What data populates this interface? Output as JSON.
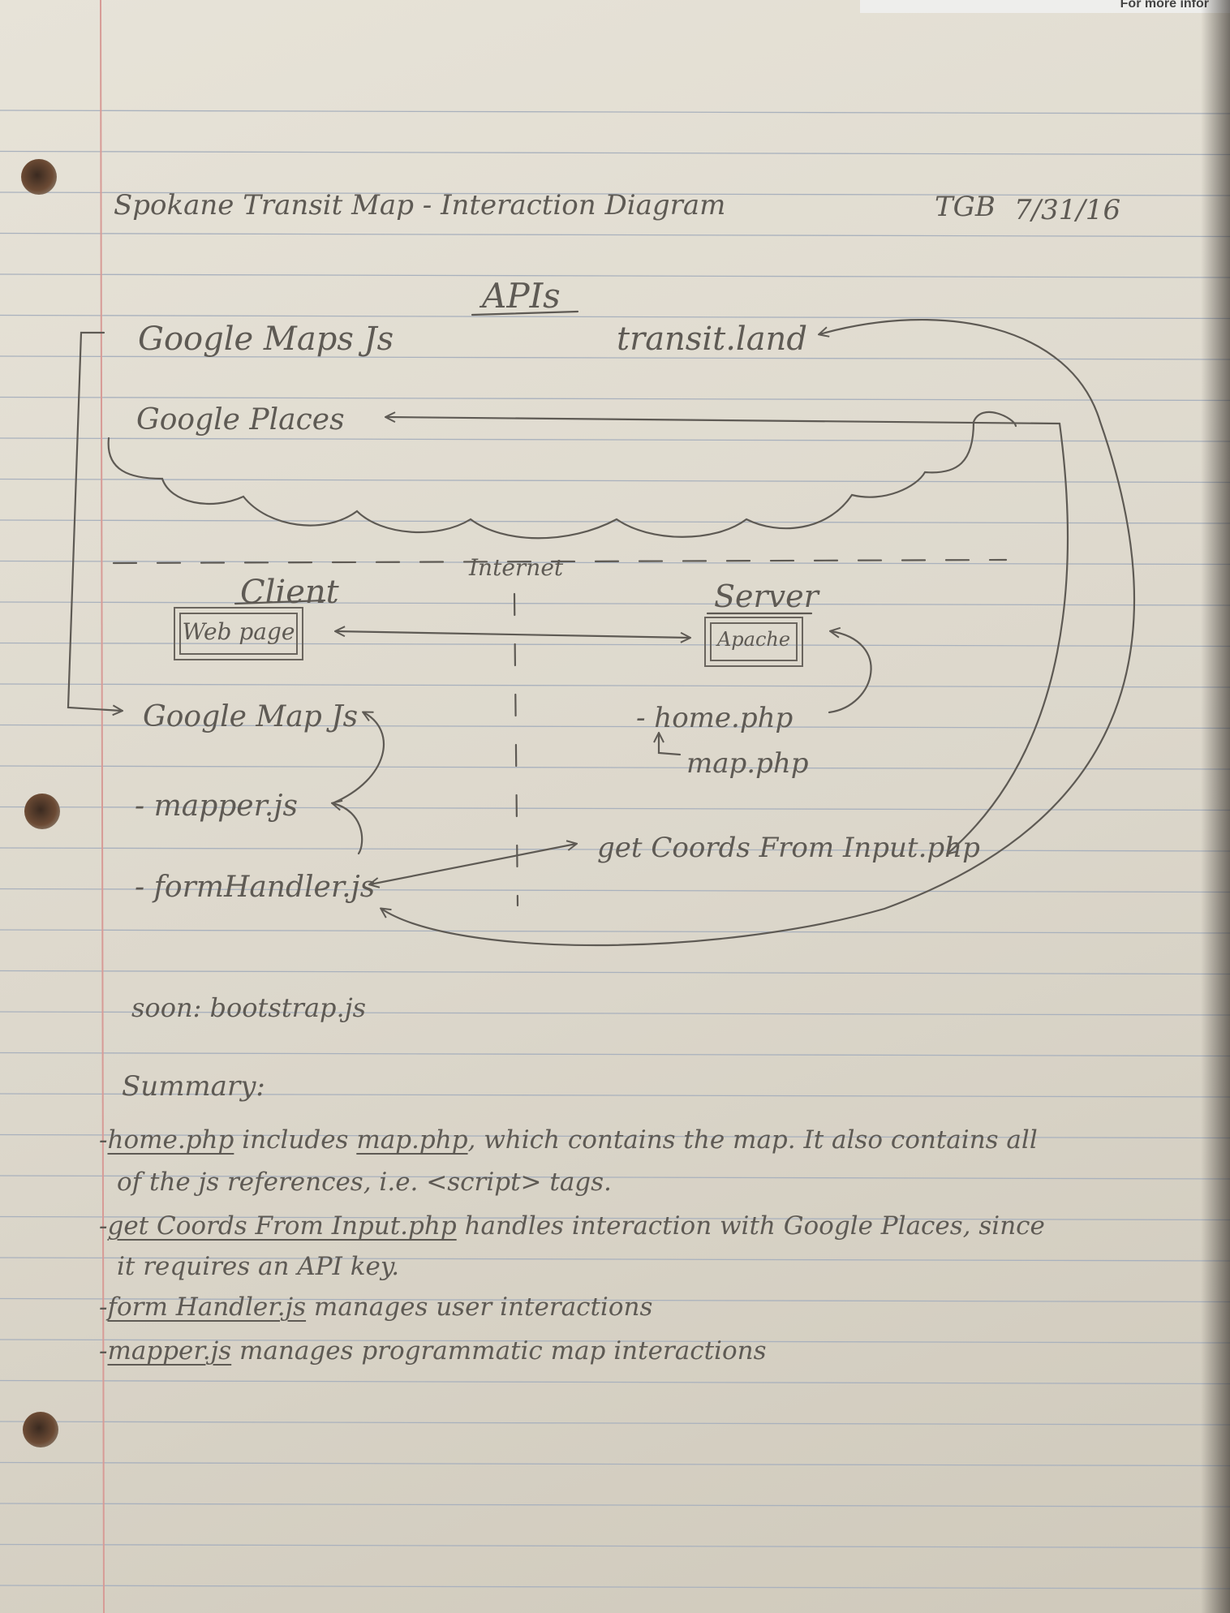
{
  "header": {
    "title": "Spokane Transit Map - Interaction Diagram",
    "initials": "TGB",
    "date": "7/31/16"
  },
  "corner_print": "For more infor",
  "apis": {
    "heading": "APIs",
    "google_maps_js": "Google Maps Js",
    "transit_land": "transit.land",
    "google_places": "Google Places"
  },
  "internet_label": "Internet",
  "client": {
    "heading": "Client",
    "box_label": "Web page",
    "google_map_js": "Google Map Js",
    "mapper_js": "- mapper.js",
    "form_handler_js": "- formHandler.js"
  },
  "server": {
    "heading": "Server",
    "box_label": "Apache",
    "home_php": "- home.php",
    "map_php": "map.php",
    "get_coords_php": "get Coords From Input.php"
  },
  "soon_note": "soon: bootstrap.js",
  "summary": {
    "heading": "Summary:",
    "lines": [
      {
        "bullet": "-",
        "ref": "home.php",
        "text": " includes ",
        "ref2": "map.php",
        "text2": ", which contains the map. It also contains all"
      },
      {
        "bullet": "",
        "ref": "",
        "text": "of the js references, i.e. <script> tags.",
        "ref2": "",
        "text2": ""
      },
      {
        "bullet": "-",
        "ref": "get Coords From Input.php",
        "text": " handles interaction with Google Places, since",
        "ref2": "",
        "text2": ""
      },
      {
        "bullet": "",
        "ref": "",
        "text": "it requires an API key.",
        "ref2": "",
        "text2": ""
      },
      {
        "bullet": "-",
        "ref": "form Handler.js",
        "text": " manages user interactions",
        "ref2": "",
        "text2": ""
      },
      {
        "bullet": "-",
        "ref": "mapper.js",
        "text": " manages programmatic map interactions",
        "ref2": "",
        "text2": ""
      }
    ]
  }
}
